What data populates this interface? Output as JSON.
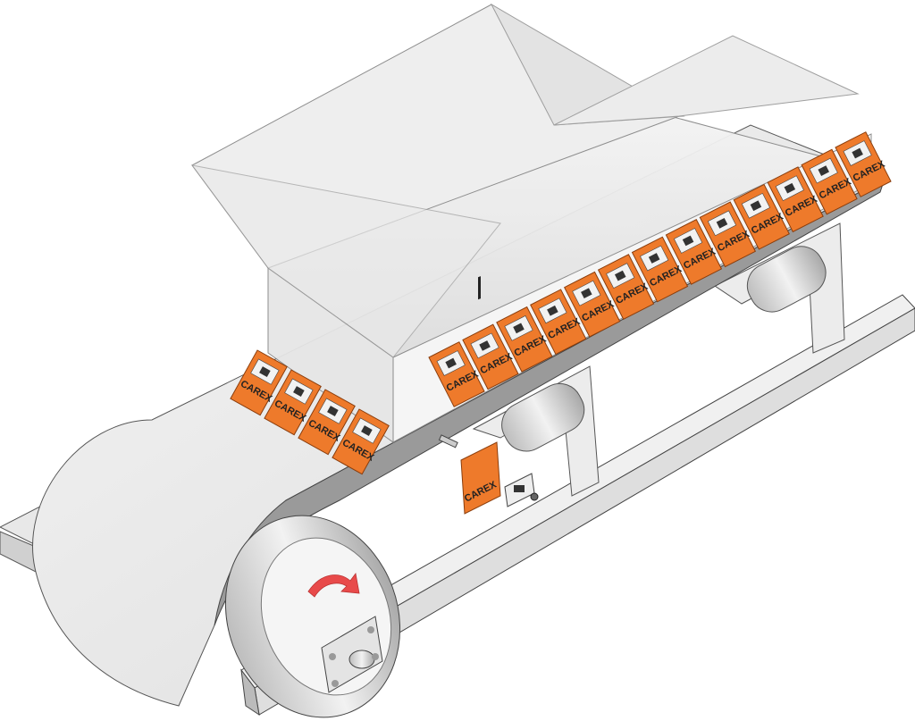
{
  "brand": {
    "name": "CAREX",
    "plate_color": "#ee7a2b",
    "arrow_color": "#e84a4a"
  },
  "illustration": {
    "rear_skirt_plates": 13,
    "front_skirt_plates": 4,
    "loose_plate_label": "CAREX"
  }
}
